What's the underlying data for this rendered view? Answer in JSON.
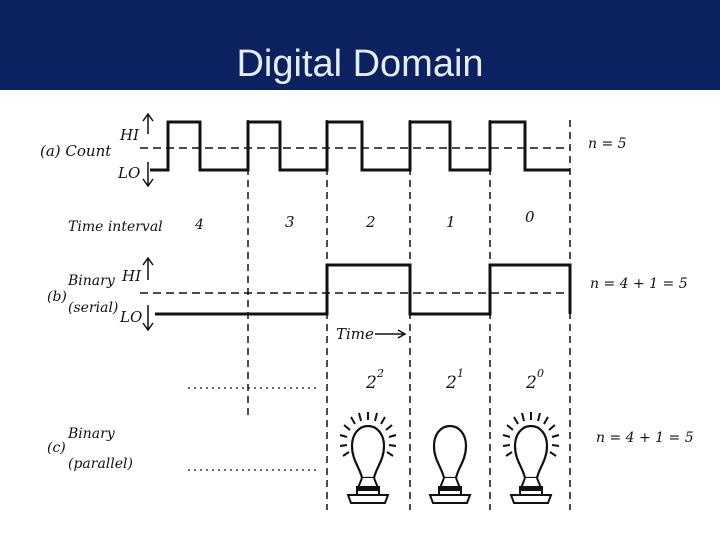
{
  "slide": {
    "title": "Digital Domain"
  },
  "colors": {
    "header": "#0b2160",
    "title_text": "#e8ecf5",
    "ink": "#111111"
  },
  "figure": {
    "part_a": {
      "label": "(a) Count",
      "hi": "HI",
      "lo": "LO",
      "annotation": "n = 5"
    },
    "time_interval_label": "Time interval",
    "intervals": [
      "4",
      "3",
      "2",
      "1",
      "0"
    ],
    "part_b": {
      "label": "(b)",
      "label_line1": "Binary",
      "label_line2": "(serial)",
      "hi": "HI",
      "lo": "LO",
      "annotation": "n = 4 + 1 = 5",
      "time_label": "Time"
    },
    "serial_bits": [
      0,
      0,
      1,
      0,
      1
    ],
    "part_c": {
      "label": "(c)",
      "label_line1": "Binary",
      "label_line2": "(parallel)",
      "annotation": "n = 4 + 1 = 5"
    },
    "place_values": [
      {
        "base": "2",
        "exp": "2",
        "lit": true
      },
      {
        "base": "2",
        "exp": "1",
        "lit": false
      },
      {
        "base": "2",
        "exp": "0",
        "lit": true
      }
    ]
  }
}
